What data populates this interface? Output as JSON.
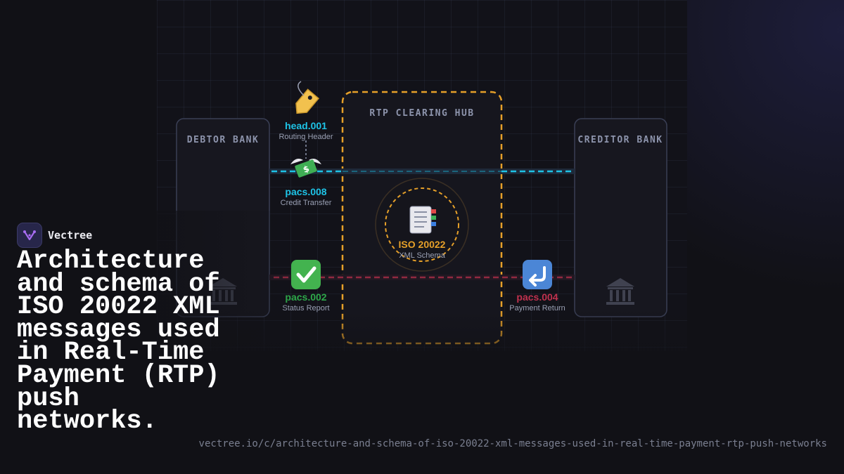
{
  "diagram": {
    "debtor_label": "DEBTOR BANK",
    "hub_label": "RTP CLEARING HUB",
    "creditor_label": "CREDITOR BANK",
    "bank_icon": "bank-icon",
    "hub_core": {
      "title": "ISO 20022",
      "subtitle": "XML Schema",
      "icon": "document-icon"
    },
    "messages": [
      {
        "id": "head.001",
        "desc": "Routing Header",
        "icon": "tag-icon",
        "color": "#1ec3e6"
      },
      {
        "id": "pacs.008",
        "desc": "Credit Transfer",
        "icon": "money-wings-icon",
        "color": "#1ec3e6"
      },
      {
        "id": "pacs.002",
        "desc": "Status Report",
        "icon": "check-icon",
        "color": "#2ea84a"
      },
      {
        "id": "pacs.004",
        "desc": "Payment Return",
        "icon": "return-arrow-icon",
        "color": "#c0314e"
      }
    ],
    "colors": {
      "hub_border": "#e6a029",
      "forward_flow": "#1ec3e6",
      "return_flow": "#c0314e",
      "bank_border": "#3a3f55"
    }
  },
  "brand": {
    "name": "Vectree",
    "logo_icon": "vectree-logo-icon"
  },
  "headline": "Architecture and schema of ISO 20022 XML messages used in Real-Time Payment (RTP) push networks.",
  "url": "vectree.io/c/architecture-and-schema-of-iso-20022-xml-messages-used-in-real-time-payment-rtp-push-networks"
}
